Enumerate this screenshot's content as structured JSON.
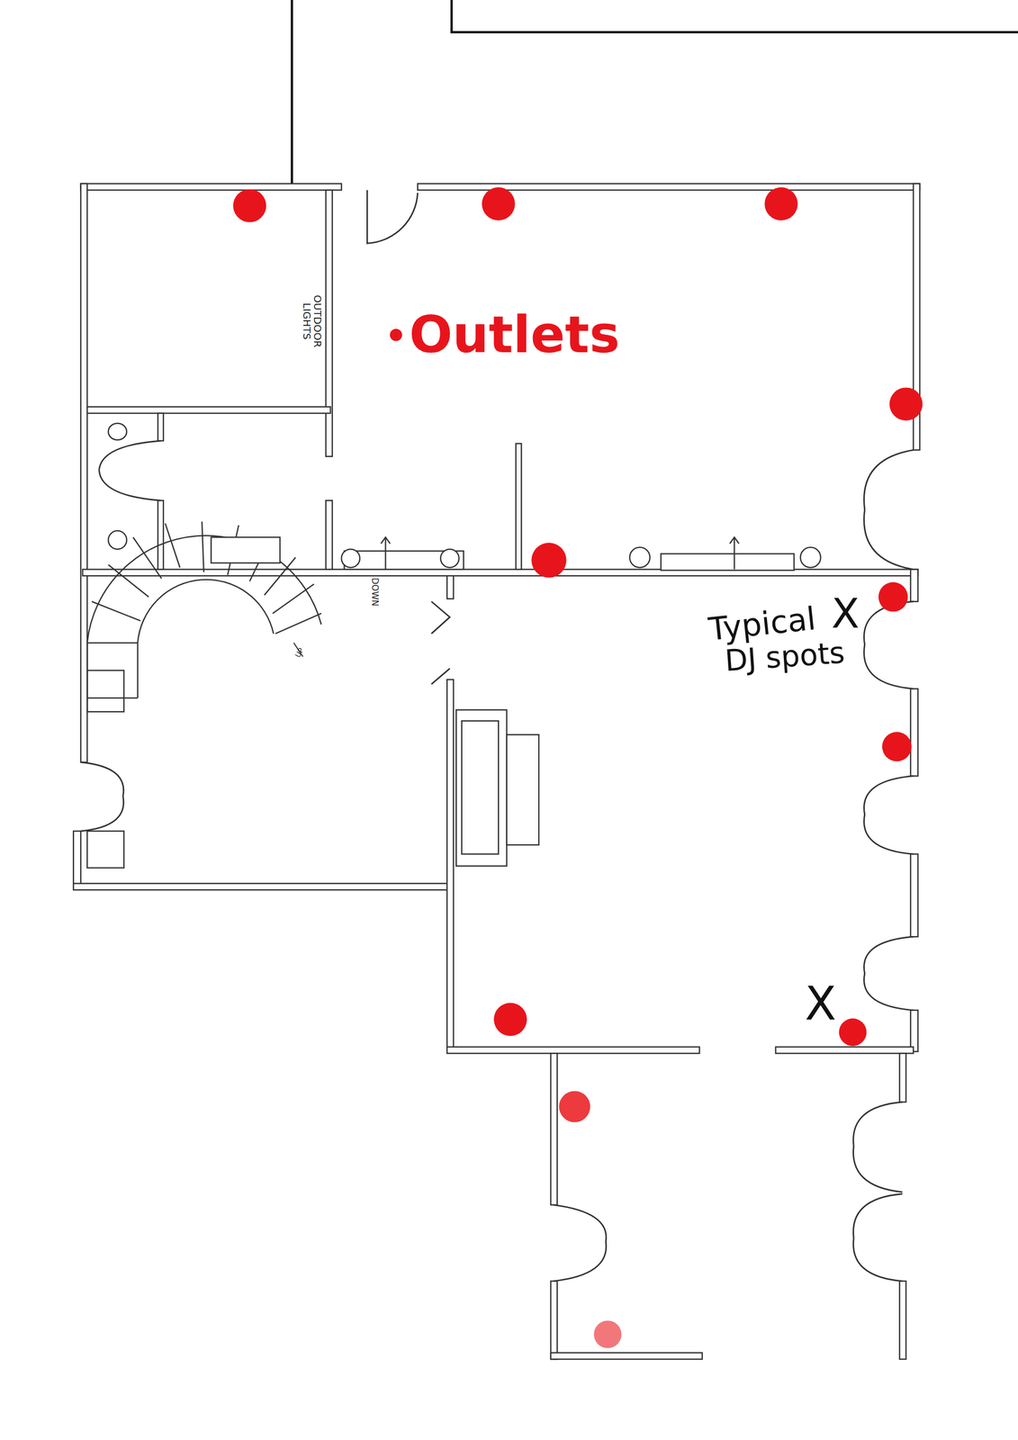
{
  "diagram": {
    "labels": [
      "OUTDOOR LIGHTS",
      "DOWN",
      "UP",
      "Typical",
      "X",
      "DJ spots",
      "X"
    ],
    "legend": [
      {
        "text": "Outlets",
        "color": "#e8141c"
      }
    ]
  }
}
